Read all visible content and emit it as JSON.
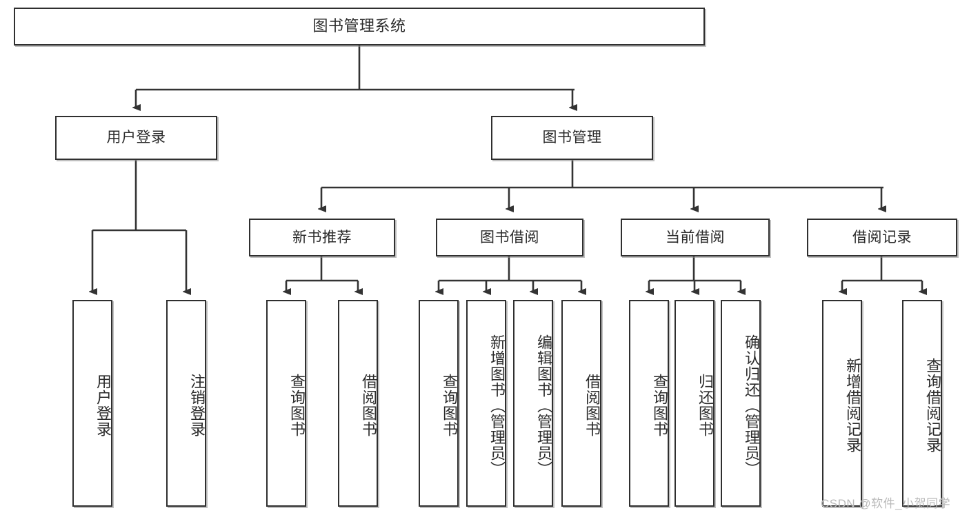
{
  "diagram": {
    "title": "图书管理系统",
    "type": "tree-hierarchy",
    "orientation": "top-down",
    "root": {
      "label": "图书管理系统"
    },
    "level1": [
      {
        "label": "用户登录"
      },
      {
        "label": "图书管理"
      }
    ],
    "level2": [
      {
        "label": "新书推荐"
      },
      {
        "label": "图书借阅"
      },
      {
        "label": "当前借阅"
      },
      {
        "label": "借阅记录"
      }
    ],
    "leaves": {
      "user_login": [
        {
          "label": "用户登录"
        },
        {
          "label": "注销登录"
        }
      ],
      "new_book_recommend": [
        {
          "label": "查询图书"
        },
        {
          "label": "借阅图书"
        }
      ],
      "book_borrow": [
        {
          "label": "查询图书"
        },
        {
          "label": "新增图书（管理员）"
        },
        {
          "label": "编辑图书（管理员）"
        },
        {
          "label": "借阅图书"
        }
      ],
      "current_borrow": [
        {
          "label": "查询图书"
        },
        {
          "label": "归还图书"
        },
        {
          "label": "确认归还（管理员）"
        }
      ],
      "borrow_record": [
        {
          "label": "新增借阅记录"
        },
        {
          "label": "查询借阅记录"
        }
      ]
    }
  },
  "watermark": {
    "text": "CSDN @软件_小贺同学"
  },
  "colors": {
    "box_border": "#2f2f2f",
    "box_fill": "#ffffff",
    "text": "#2b2b2b",
    "connector": "#333333",
    "watermark": "#b9b9b9",
    "page_background": "#ffffff"
  }
}
